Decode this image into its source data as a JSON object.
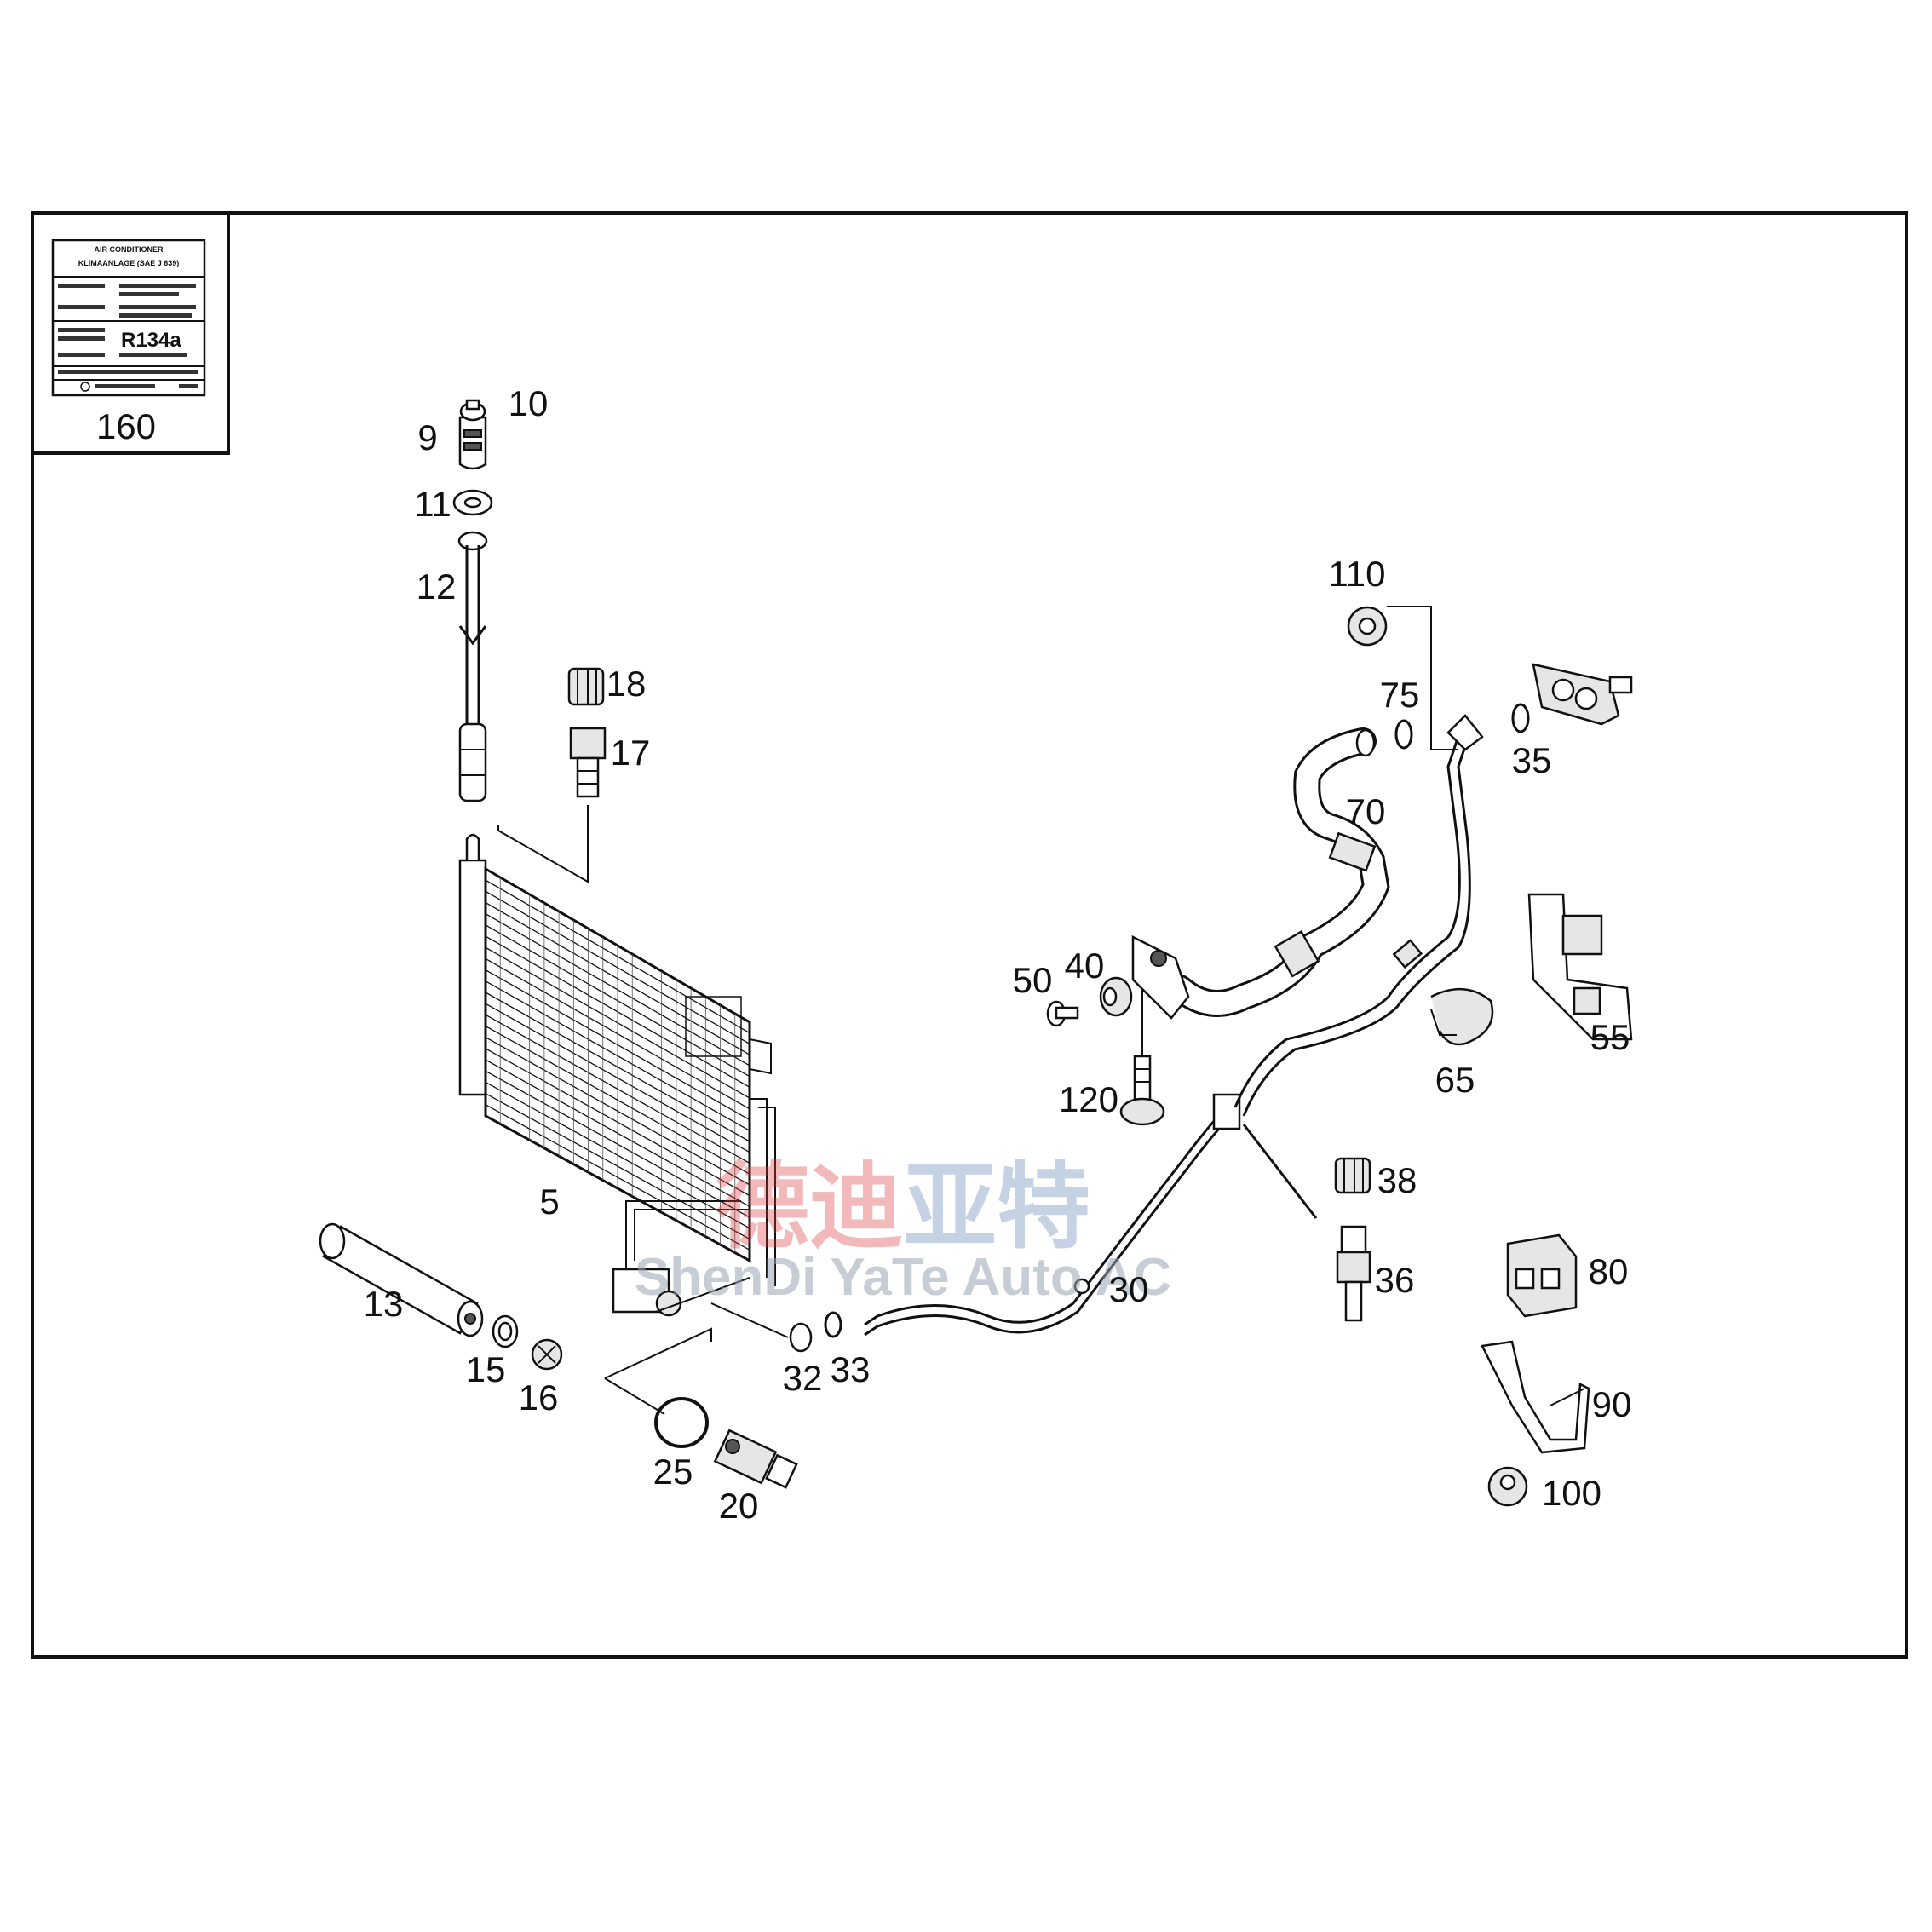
{
  "label_box": {
    "header": [
      "AIR CONDITIONER",
      "KLIMAANLAGE (SAE J 639)"
    ],
    "refrigerant": "R134a",
    "item_number": "160"
  },
  "parts": [
    {
      "id": "p5",
      "number": "5"
    },
    {
      "id": "p9",
      "number": "9"
    },
    {
      "id": "p10",
      "number": "10"
    },
    {
      "id": "p11",
      "number": "11"
    },
    {
      "id": "p12",
      "number": "12"
    },
    {
      "id": "p13",
      "number": "13"
    },
    {
      "id": "p15",
      "number": "15"
    },
    {
      "id": "p16",
      "number": "16"
    },
    {
      "id": "p17",
      "number": "17"
    },
    {
      "id": "p18",
      "number": "18"
    },
    {
      "id": "p20",
      "number": "20"
    },
    {
      "id": "p25",
      "number": "25"
    },
    {
      "id": "p30",
      "number": "30"
    },
    {
      "id": "p32",
      "number": "32"
    },
    {
      "id": "p33",
      "number": "33"
    },
    {
      "id": "p35",
      "number": "35"
    },
    {
      "id": "p36",
      "number": "36"
    },
    {
      "id": "p38",
      "number": "38"
    },
    {
      "id": "p40",
      "number": "40"
    },
    {
      "id": "p50",
      "number": "50"
    },
    {
      "id": "p55",
      "number": "55"
    },
    {
      "id": "p65",
      "number": "65"
    },
    {
      "id": "p70",
      "number": "70"
    },
    {
      "id": "p75",
      "number": "75"
    },
    {
      "id": "p80",
      "number": "80"
    },
    {
      "id": "p90",
      "number": "90"
    },
    {
      "id": "p100",
      "number": "100"
    },
    {
      "id": "p110",
      "number": "110"
    },
    {
      "id": "p120",
      "number": "120"
    }
  ],
  "watermark": {
    "chinese": "德迪亚特",
    "english": "ShenDi YaTe Auto AC",
    "colors": {
      "red": "#d83a3a",
      "blue": "#5a7fb5"
    }
  },
  "colors": {
    "line": "#111111",
    "background": "#ffffff"
  }
}
